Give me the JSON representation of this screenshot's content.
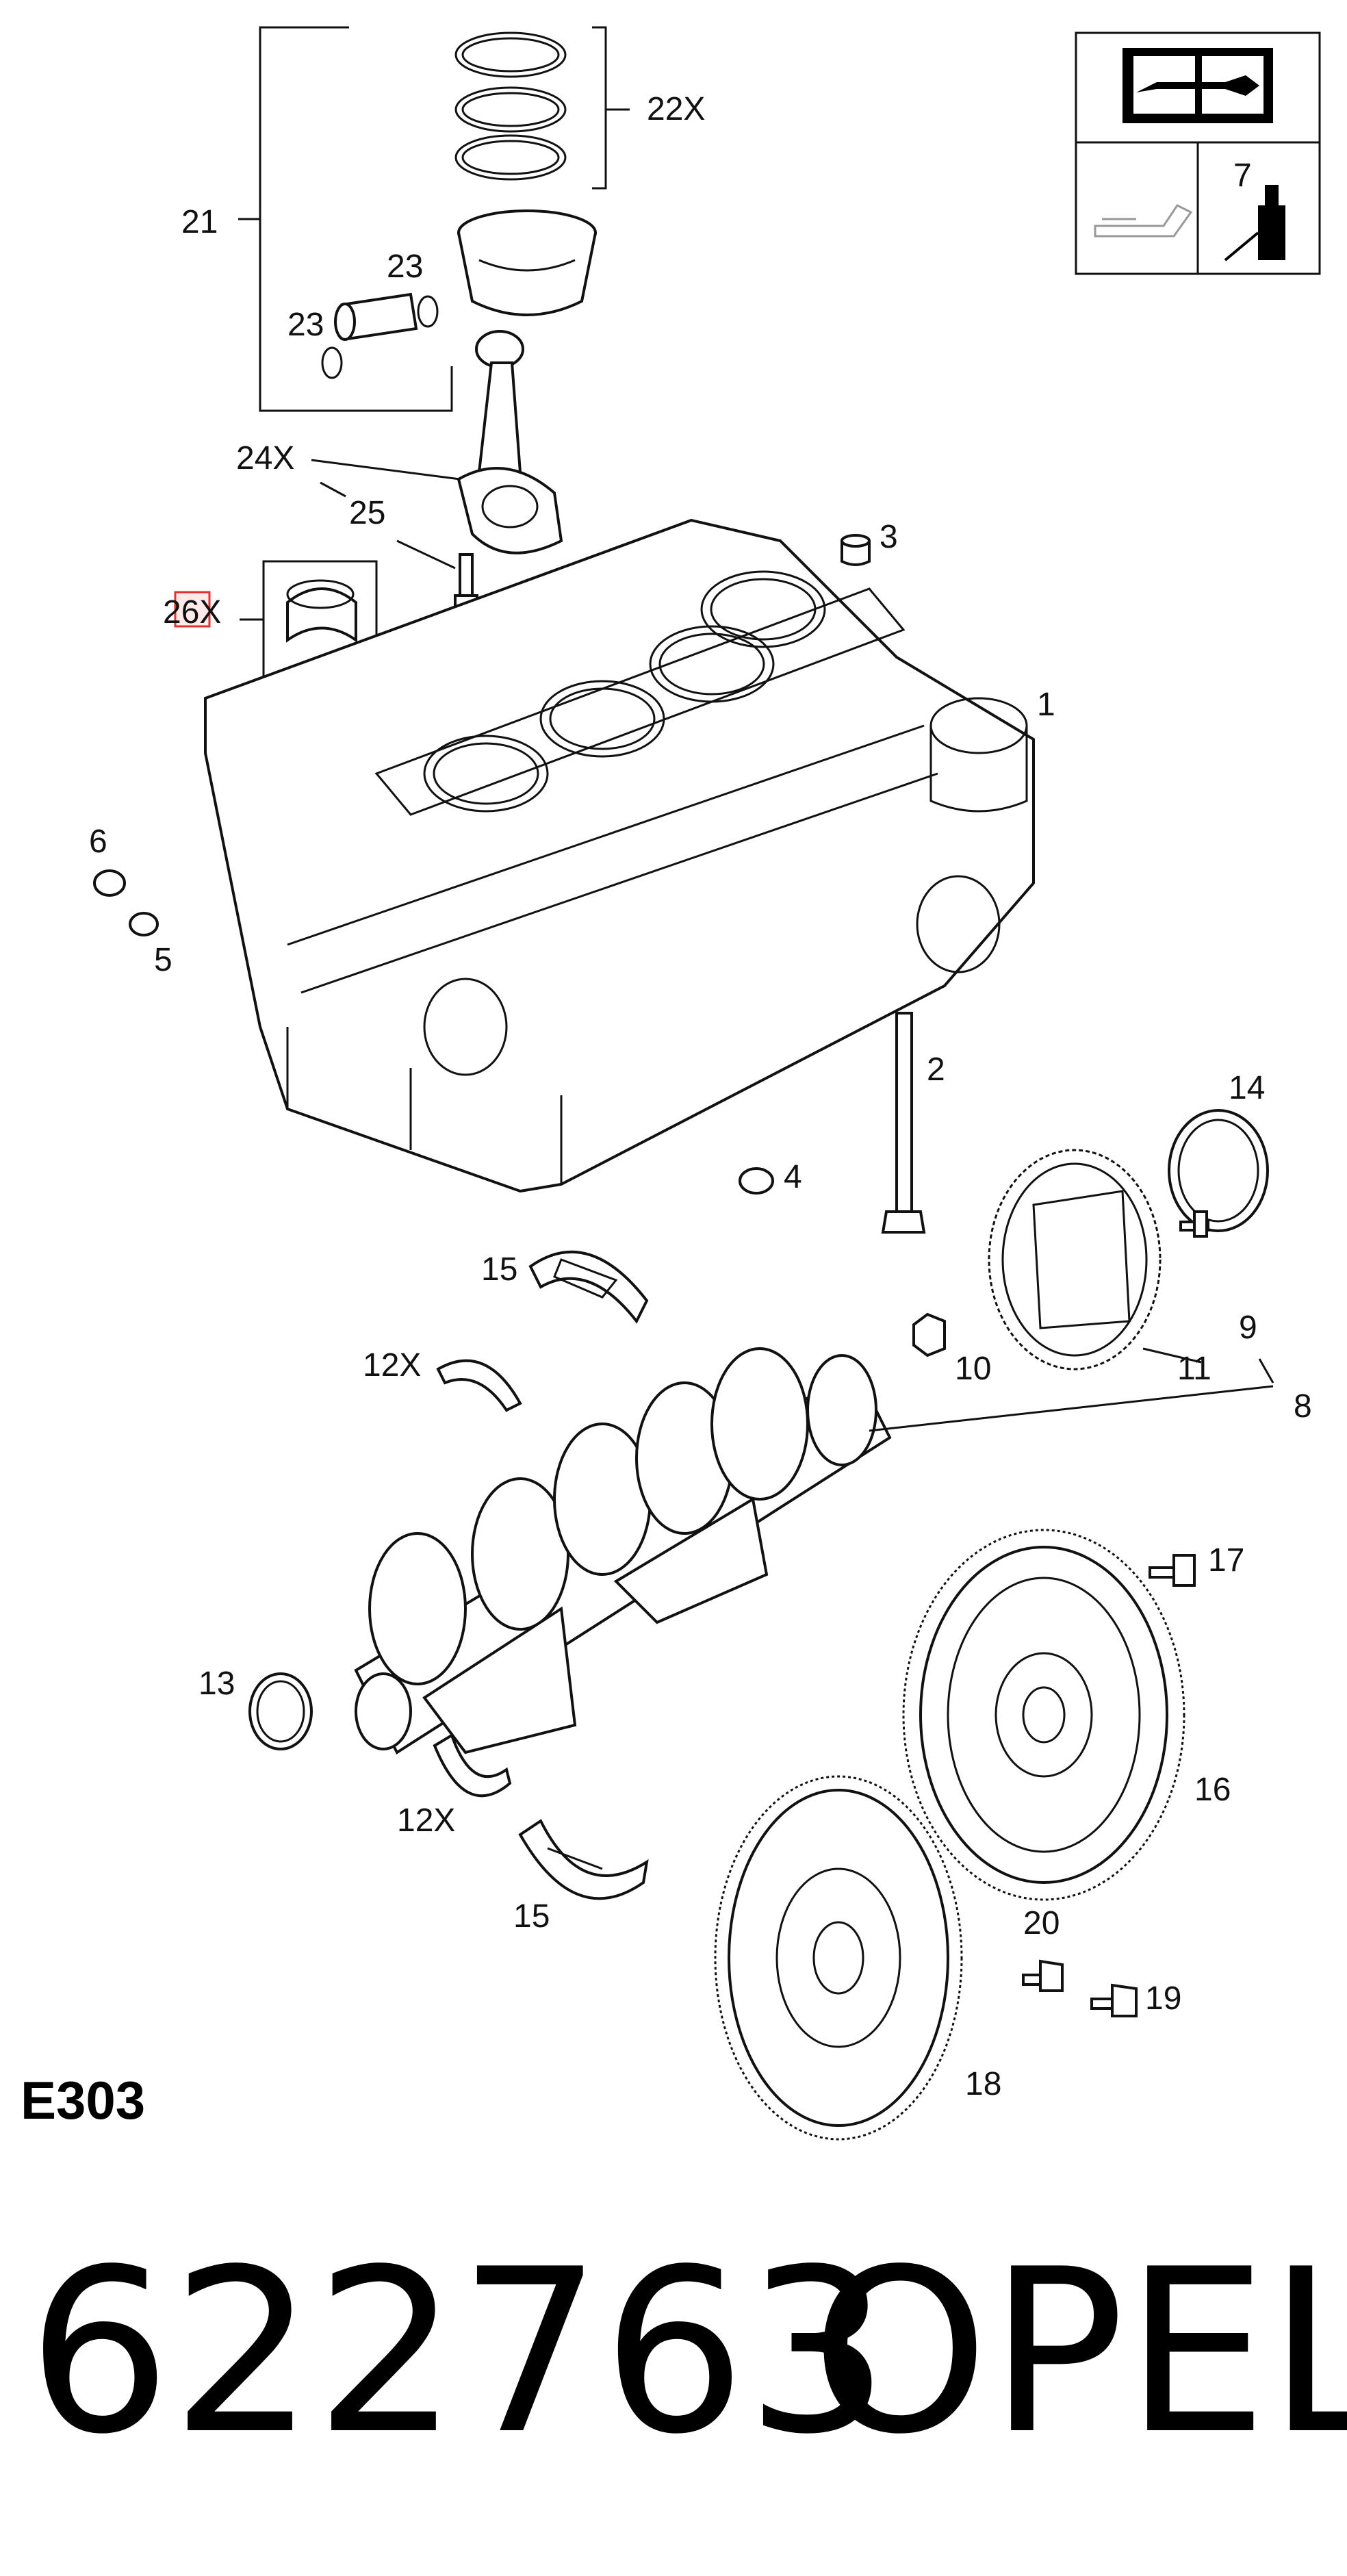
{
  "callouts": {
    "c1": "1",
    "c2": "2",
    "c3": "3",
    "c4": "4",
    "c5": "5",
    "c6": "6",
    "c7": "7",
    "c8": "8",
    "c9": "9",
    "c10": "10",
    "c11": "11",
    "c12a": "12X",
    "c12b": "12X",
    "c13": "13",
    "c14": "14",
    "c15a": "15",
    "c15b": "15",
    "c16": "16",
    "c17": "17",
    "c18": "18",
    "c19": "19",
    "c20": "20",
    "c21": "21",
    "c22": "22X",
    "c23a": "23",
    "c23b": "23",
    "c24": "24X",
    "c25": "25",
    "c26": "26X"
  },
  "diagram_code": "E303",
  "part_number": "622763",
  "brand": "OPEL",
  "colors": {
    "ink": "#111111",
    "highlight": "#e2312f"
  },
  "icons": [
    "workshop-manual-icon",
    "oil-can-icon",
    "sealant-bottle-icon"
  ]
}
